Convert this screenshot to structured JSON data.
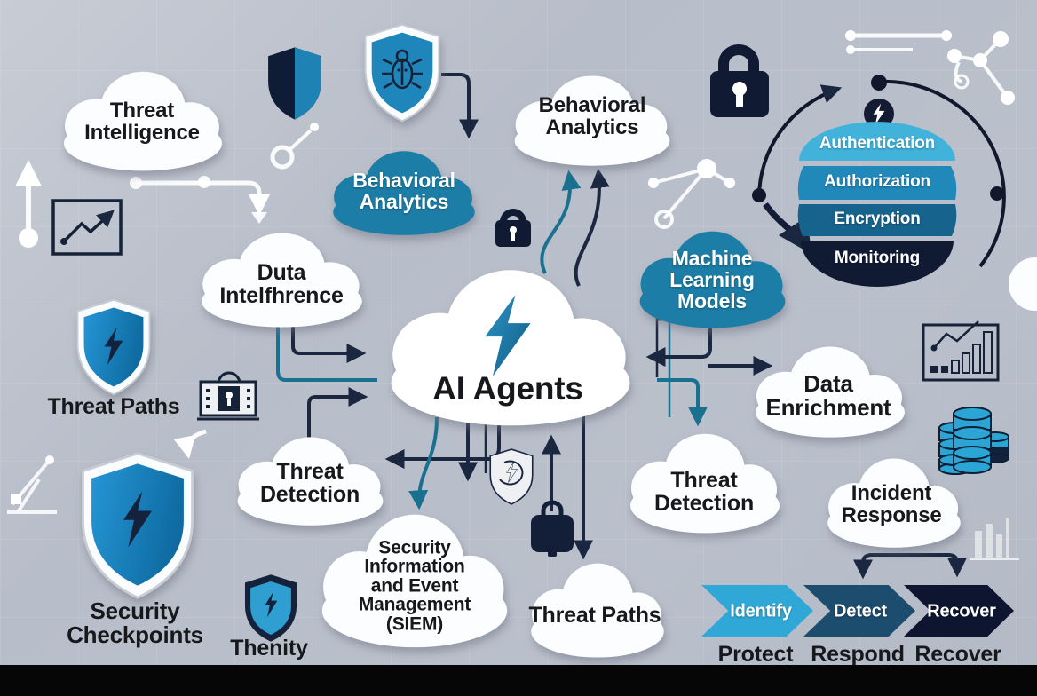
{
  "clouds": {
    "threat_intelligence": {
      "label": "Threat\nIntelligence",
      "style": "white"
    },
    "behavioral_analytics_top": {
      "label": "Behavioral\nAnalytics",
      "style": "white"
    },
    "behavioral_analytics_blue": {
      "label": "Behavioral\nAnalytics",
      "style": "teal"
    },
    "data_intelligence": {
      "label": "Duta\nIntelfhrence",
      "style": "white"
    },
    "machine_learning_models": {
      "label": "Machine\nLearning\nModels",
      "style": "teal"
    },
    "ai_agents": {
      "label": "AI Agents",
      "style": "white"
    },
    "data_enrichment": {
      "label": "Data\nEnrichment",
      "style": "white"
    },
    "threat_detection_left": {
      "label": "Threat\nDetection",
      "style": "white"
    },
    "threat_detection_right": {
      "label": "Threat\nDetection",
      "style": "white"
    },
    "incident_response": {
      "label": "Incident\nResponse",
      "style": "white"
    },
    "siem": {
      "label": "Security\nInformation\nand Event\nManagement\n(SIEM)",
      "style": "white"
    },
    "threat_paths_bottom": {
      "label": "Threat Paths",
      "style": "white"
    }
  },
  "shields": {
    "threat_paths": {
      "label": "Threat Paths"
    },
    "security_checkpoints": {
      "label": "Security\nCheckpoints"
    },
    "thenity": {
      "label": "Thenity"
    }
  },
  "funnel": {
    "layers": [
      "Authentication",
      "Authorization",
      "Encryption",
      "Monitoring"
    ]
  },
  "process": {
    "steps": [
      {
        "label": "Identify",
        "color": "#2fa8d8"
      },
      {
        "label": "Detect",
        "color": "#1c4c6e"
      },
      {
        "label": "Recover",
        "color": "#0d1530"
      }
    ],
    "phases": [
      "Protect",
      "Respond",
      "Recover"
    ]
  },
  "icons": {
    "ai_bolt": "lightning-bolt",
    "funnel_badge": "lightning-bolt-badge",
    "big_lock": "padlock",
    "small_lock": "padlock",
    "bug_shield": "bug-shield",
    "split_shield": "two-tone-shield",
    "lightning_shields": "lightning-shield",
    "outline_shield": "outline-bolt-shield",
    "line_chart": "line-chart",
    "bar_chart": "bar-chart",
    "database": "database-cylinders",
    "briefcase": "briefcase",
    "laptop_lock": "laptop-padlock",
    "network_nodes": "network-nodes",
    "cycle_arrow": "circular-arrow"
  },
  "colors": {
    "background": "#bcc2cd",
    "cloud_teal": "#1b7da6",
    "shield_blue": "#1e8bc4",
    "navy": "#131d38",
    "arrow_teal": "#19708f",
    "funnel": [
      "#41b2da",
      "#2188ba",
      "#16638d",
      "#101b33"
    ],
    "chevrons": [
      "#2fa8d8",
      "#1c4c6e",
      "#0d1530"
    ]
  }
}
